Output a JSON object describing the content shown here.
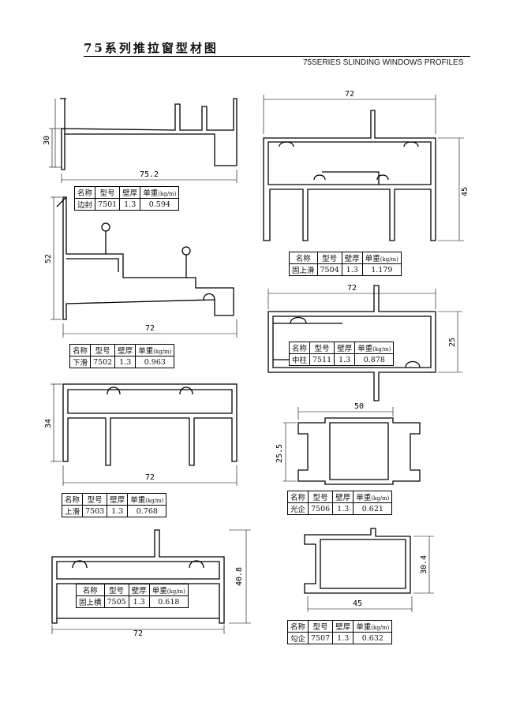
{
  "page": {
    "title": "75系列推拉窗型材图",
    "subtitle": "75SERIES SLINDING WINDOWS PROFILES"
  },
  "table_headers": {
    "name": "名称",
    "model": "型号",
    "wall": "壁厚",
    "weight": "单重",
    "weight_unit": "(kg/m)"
  },
  "profiles": [
    {
      "name": "边封",
      "model": "7501",
      "wall": "1.3",
      "weight": "0.594",
      "dims": {
        "width": "75.2",
        "height": "30"
      }
    },
    {
      "name": "固上滑",
      "model": "7504",
      "wall": "1.3",
      "weight": "1.179",
      "dims": {
        "width": "72",
        "height": "45"
      }
    },
    {
      "name": "下滑",
      "model": "7502",
      "wall": "1.3",
      "weight": "0.963",
      "dims": {
        "width": "72",
        "height": "52"
      }
    },
    {
      "name": "中柱",
      "model": "7511",
      "wall": "1.3",
      "weight": "0.878",
      "dims": {
        "width": "72",
        "height": "25"
      }
    },
    {
      "name": "上滑",
      "model": "7503",
      "wall": "1.3",
      "weight": "0.768",
      "dims": {
        "width": "72",
        "height": "34"
      }
    },
    {
      "name": "光企",
      "model": "7506",
      "wall": "1.3",
      "weight": "0.621",
      "dims": {
        "width": "50",
        "height": "25.5"
      }
    },
    {
      "name": "固上横",
      "model": "7505",
      "wall": "1.3",
      "weight": "0.618",
      "dims": {
        "width": "72",
        "height": "40.8"
      }
    },
    {
      "name": "勾企",
      "model": "7507",
      "wall": "1.3",
      "weight": "0.632",
      "dims": {
        "width": "45",
        "height": "30.4"
      }
    }
  ]
}
